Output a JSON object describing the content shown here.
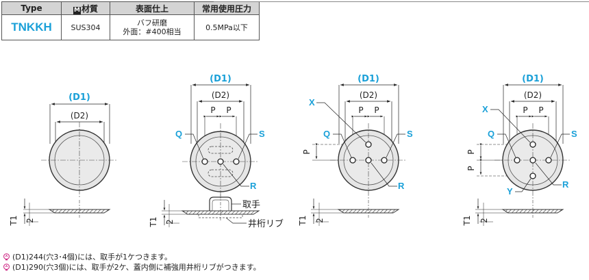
{
  "table": {
    "headers": {
      "type": "Type",
      "material_badge": "M",
      "material": "材質",
      "finish": "表面仕上",
      "pressure": "常用使用圧力"
    },
    "row": {
      "type": "TNKKH",
      "material": "SUS304",
      "finish_line1": "バフ研磨",
      "finish_line2": "外面：#400相当",
      "pressure": "0.5MPa以下"
    }
  },
  "diagram": {
    "d1": "(D1)",
    "d2": "(D2)",
    "p": "P",
    "t1": "T1",
    "two": "2",
    "ports": {
      "q": "Q",
      "s": "S",
      "r": "R",
      "x": "X",
      "y": "Y"
    },
    "handle_label": "取手",
    "rib_label": "井桁リブ"
  },
  "notes": [
    "(D1)244(穴3･4個)には、取手が1ケつきます。",
    "(D1)290(穴3個)には、取手が2ケ、蓋内側に補強用井桁リブがつきます。"
  ],
  "colors": {
    "accent": "#1aa0d8",
    "header_bg": "#d4d4d4",
    "hatch": "#333333"
  }
}
